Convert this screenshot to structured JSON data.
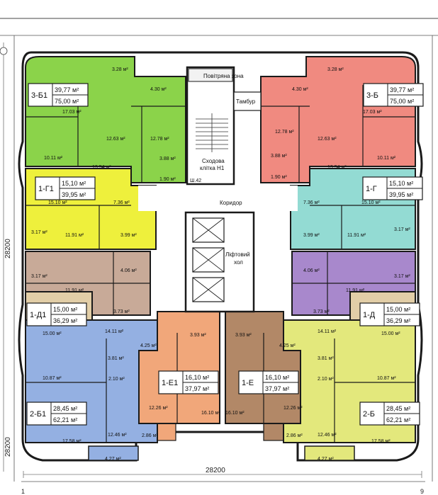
{
  "plan": {
    "dimension_bottom": "28200",
    "dimension_left_top": "28200",
    "dimension_left_bottom": "28200",
    "axis_left": "1",
    "axis_right": "9",
    "air_zone": "Повітряна зона",
    "vestibule": "Тамбур",
    "stairwell_1": "Сходова",
    "stairwell_2": "клітка Н1",
    "corridor": "Коридор",
    "lift_hall_1": "Ліфтовий",
    "lift_hall_2": "хол",
    "shaft_mark": "Ш.42"
  },
  "colors": {
    "green": "#8bd34a",
    "salmon": "#f08a80",
    "yellow": "#eef03c",
    "cyan": "#93dbd3",
    "tan": "#c8aa98",
    "purple": "#a888cc",
    "beige": "#e2cea7",
    "blue": "#94b0e2",
    "orange": "#f1a77a",
    "brown": "#b28867",
    "lime": "#e3e87c"
  },
  "apartments": [
    {
      "code": "3-Б1",
      "area_living": "39,77 м²",
      "area_total": "75,00 м²"
    },
    {
      "code": "3-Б",
      "area_living": "39,77 м²",
      "area_total": "75,00 м²"
    },
    {
      "code": "1-Г1",
      "area_living": "15,10 м²",
      "area_total": "39,95 м²"
    },
    {
      "code": "1-Г",
      "area_living": "15,10 м²",
      "area_total": "39,95 м²"
    },
    {
      "code": "1-Д1",
      "area_living": "15,00 м²",
      "area_total": "36,29 м²"
    },
    {
      "code": "1-Д",
      "area_living": "15,00 м²",
      "area_total": "36,29 м²"
    },
    {
      "code": "1-Е1",
      "area_living": "16,10 м²",
      "area_total": "37,97 м²"
    },
    {
      "code": "1-Е",
      "area_living": "16,10 м²",
      "area_total": "37,97 м²"
    },
    {
      "code": "2-Б1",
      "area_living": "28,45 м²",
      "area_total": "62,21 м²"
    },
    {
      "code": "2-Б",
      "area_living": "28,45 м²",
      "area_total": "62,21 м²"
    }
  ],
  "rooms": [
    "3.28 м²",
    "4.30 м²",
    "17.03 м²",
    "12.63 м²",
    "12.78 м²",
    "3.88 м²",
    "10.11 м²",
    "13.54 м²",
    "1.90 м²",
    "3.28 м²",
    "4.30 м²",
    "17.03 м²",
    "12.78 м²",
    "12.63 м²",
    "3.88 м²",
    "1.90 м²",
    "13.54 м²",
    "10.11 м²",
    "15.10 м²",
    "7.36 м²",
    "11.91 м²",
    "3.99 м²",
    "3.17 м²",
    "7.36 м²",
    "15.10 м²",
    "3.99 м²",
    "11.91 м²",
    "3.17 м²",
    "3.17 м²",
    "4.06 м²",
    "11.91 м²",
    "3.73 м²",
    "15.00 м²",
    "4.06 м²",
    "3.17 м²",
    "11.91 м²",
    "3.73 м²",
    "15.00 м²",
    "14.11 м²",
    "10.87 м²",
    "3.81 м²",
    "2.10 м²",
    "17.58 м²",
    "12.46 м²",
    "4.27 м²",
    "14.11 м²",
    "10.87 м²",
    "3.81 м²",
    "2.10 м²",
    "12.46 м²",
    "17.58 м²",
    "4.27 м²",
    "3.93 м²",
    "4.25 м²",
    "12.26 м²",
    "16.10 м²",
    "2.86 м²",
    "3.93 м²",
    "4.25 м²",
    "16.10 м²",
    "12.26 м²",
    "2.86 м²"
  ]
}
